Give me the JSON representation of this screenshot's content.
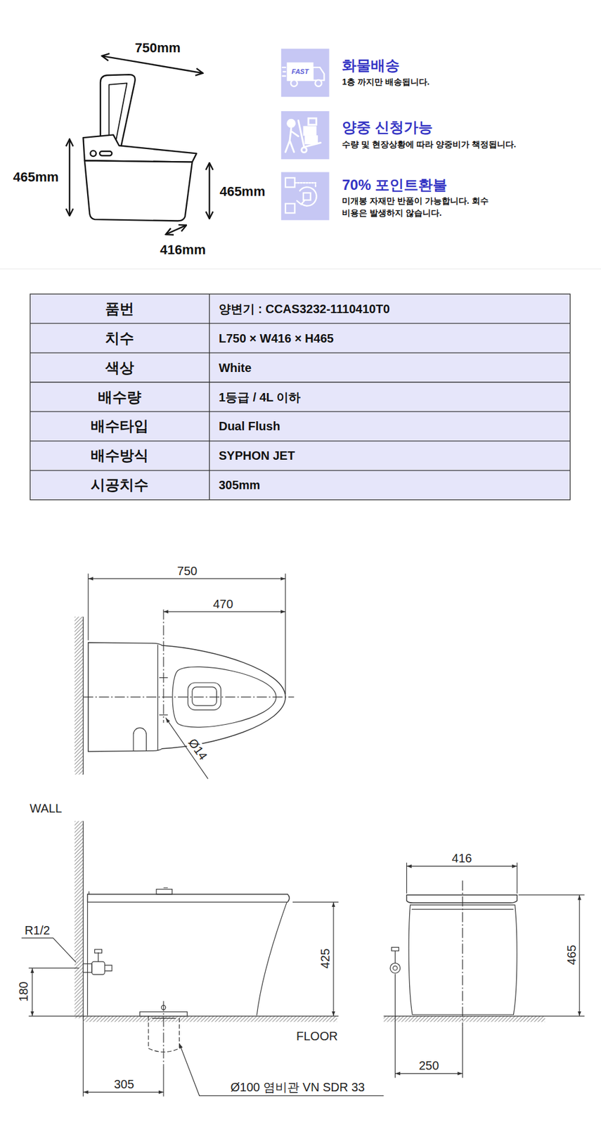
{
  "diagram": {
    "nodes": [
      {
        "text": [
          "FAST",
          "화물배송",
          "1층 까지만 배송됩니다."
        ]
      },
      {
        "text": [
          "양중 신청가능",
          "수량 및 현장상황에 따라 양중비가 책정됩니다."
        ]
      },
      {
        "text": [
          "70% 포인트환불",
          "미개봉 자재만 반품이 가능합니다. 회수비용은 발생하지 않습니다."
        ]
      }
    ],
    "labels": [
      "750mm",
      "465mm",
      "465mm",
      "416mm",
      "품번",
      "양변기 : CCAS3232-1110410T0",
      "치수",
      "L750 × W416 × H465",
      "색상",
      "White",
      "배수량",
      "1등급 / 4L 이하",
      "배수타입",
      "Dual Flush",
      "배수방식",
      "SYPHON JET",
      "시공치수",
      "305mm",
      "750",
      "470",
      "Ø14",
      "WALL",
      "R1/2",
      "180",
      "425",
      "305",
      "Ø100 염비관 VN SDR 33",
      "FLOOR",
      "416",
      "465",
      "250"
    ]
  }
}
